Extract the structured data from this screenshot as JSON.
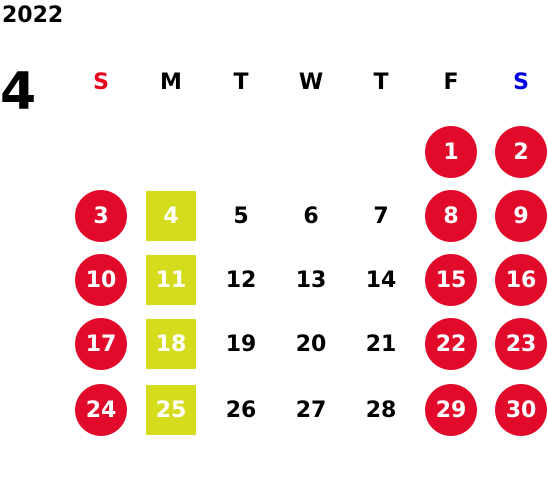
{
  "calendar": {
    "year": "2022",
    "month": "4",
    "weekdays": [
      {
        "label": "S",
        "kind": "sun"
      },
      {
        "label": "M",
        "kind": ""
      },
      {
        "label": "T",
        "kind": ""
      },
      {
        "label": "W",
        "kind": ""
      },
      {
        "label": "T",
        "kind": ""
      },
      {
        "label": "F",
        "kind": ""
      },
      {
        "label": "S",
        "kind": "sat"
      }
    ],
    "weeks": [
      [
        null,
        null,
        null,
        null,
        null,
        {
          "day": "1",
          "style": "holiday"
        },
        {
          "day": "2",
          "style": "holiday"
        }
      ],
      [
        {
          "day": "3",
          "style": "holiday"
        },
        {
          "day": "4",
          "style": "market"
        },
        {
          "day": "5",
          "style": "normal"
        },
        {
          "day": "6",
          "style": "normal"
        },
        {
          "day": "7",
          "style": "normal"
        },
        {
          "day": "8",
          "style": "holiday"
        },
        {
          "day": "9",
          "style": "holiday"
        }
      ],
      [
        {
          "day": "10",
          "style": "holiday"
        },
        {
          "day": "11",
          "style": "market"
        },
        {
          "day": "12",
          "style": "normal"
        },
        {
          "day": "13",
          "style": "normal"
        },
        {
          "day": "14",
          "style": "normal"
        },
        {
          "day": "15",
          "style": "holiday"
        },
        {
          "day": "16",
          "style": "holiday"
        }
      ],
      [
        {
          "day": "17",
          "style": "holiday"
        },
        {
          "day": "18",
          "style": "market"
        },
        {
          "day": "19",
          "style": "normal"
        },
        {
          "day": "20",
          "style": "normal"
        },
        {
          "day": "21",
          "style": "normal"
        },
        {
          "day": "22",
          "style": "holiday"
        },
        {
          "day": "23",
          "style": "holiday"
        }
      ],
      [
        {
          "day": "24",
          "style": "holiday"
        },
        {
          "day": "25",
          "style": "market"
        },
        {
          "day": "26",
          "style": "normal"
        },
        {
          "day": "27",
          "style": "normal"
        },
        {
          "day": "28",
          "style": "normal"
        },
        {
          "day": "29",
          "style": "holiday"
        },
        {
          "day": "30",
          "style": "holiday"
        }
      ]
    ],
    "colors": {
      "holiday": "#e10a2a",
      "market": "#d5dc1e",
      "sunday_label": "#e8001c",
      "saturday_label": "#0000e6"
    }
  }
}
